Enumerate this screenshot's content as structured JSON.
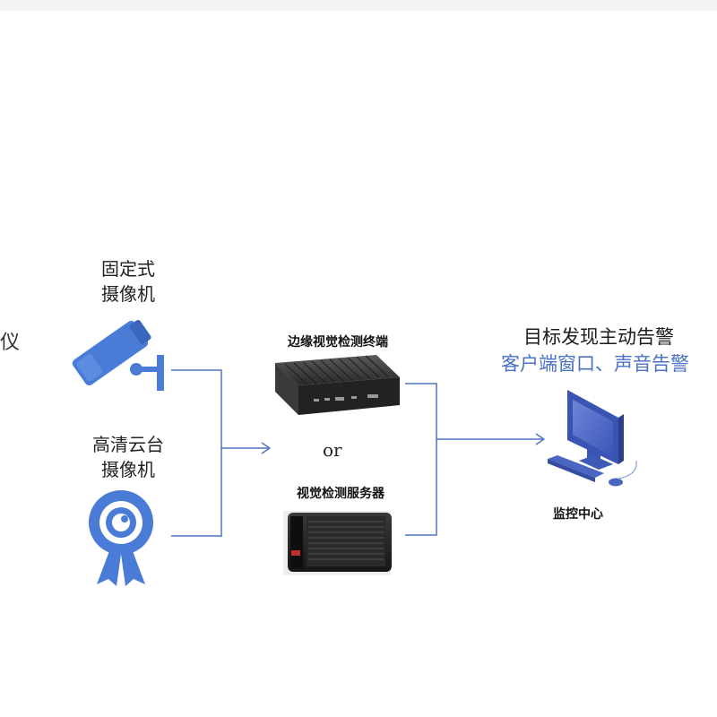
{
  "left_cut_text": "仪",
  "cameras": {
    "fixed": {
      "label_line1": "固定式",
      "label_line2": "摄像机",
      "icon": "fixed-camera-icon"
    },
    "ptz": {
      "label_line1": "高清云台",
      "label_line2": "摄像机",
      "icon": "ptz-camera-icon"
    }
  },
  "devices": {
    "edge_terminal": {
      "label": "边缘视觉检测终端",
      "icon": "edge-terminal-box-icon"
    },
    "or_text": "or",
    "server": {
      "label": "视觉检测服务器",
      "icon": "server-icon"
    }
  },
  "alarm": {
    "title": "目标发现主动告警",
    "subtitle": "客户端窗口、声音告警"
  },
  "monitor_center": {
    "label": "监控中心",
    "icon": "computer-monitor-icon"
  },
  "colors": {
    "accent_blue": "#4a72c4",
    "icon_blue": "#4a7bd6",
    "connector": "#4f74c2"
  }
}
